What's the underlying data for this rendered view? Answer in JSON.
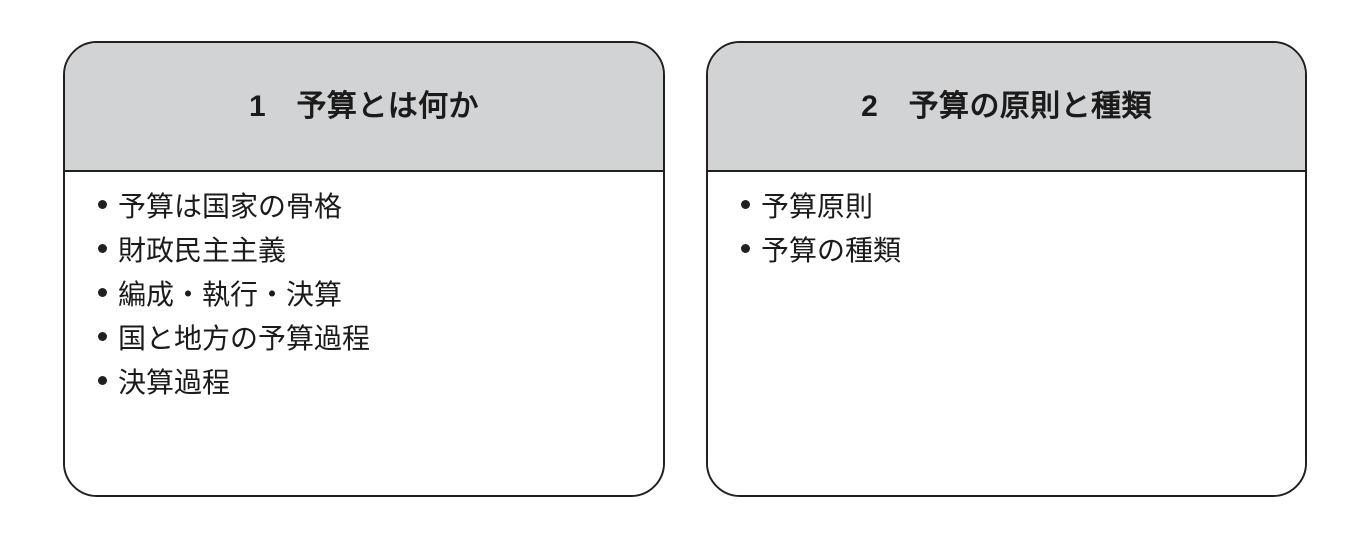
{
  "theme": {
    "page_background": "#ffffff",
    "card_border_color": "#231f20",
    "header_fill": "#d2d3d4",
    "text_color": "#1b1b1c",
    "bullet_color": "#231f20"
  },
  "cards": [
    {
      "number": "1",
      "title": "1　予算とは何か",
      "items": [
        "予算は国家の骨格",
        "財政民主主義",
        "編成・執行・決算",
        "国と地方の予算過程",
        "決算過程"
      ]
    },
    {
      "number": "2",
      "title": "2　予算の原則と種類",
      "items": [
        "予算原則",
        "予算の種類"
      ]
    }
  ]
}
